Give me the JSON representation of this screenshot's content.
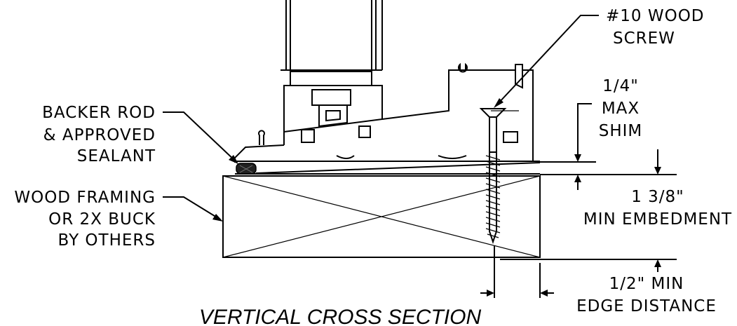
{
  "labels": {
    "screw": [
      "#10 WOOD",
      "SCREW"
    ],
    "max_shim": [
      "1/4\"",
      "MAX",
      "SHIM"
    ],
    "backer_rod": [
      "BACKER ROD",
      "& APPROVED",
      "SEALANT"
    ],
    "wood_framing": [
      "WOOD FRAMING",
      "OR 2X BUCK",
      "BY OTHERS"
    ],
    "min_embedment": [
      "1 3/8\"",
      "MIN EMBEDMENT"
    ],
    "edge_distance": [
      "1/2\" MIN",
      "EDGE DISTANCE"
    ]
  },
  "title": "VERTICAL CROSS SECTION"
}
